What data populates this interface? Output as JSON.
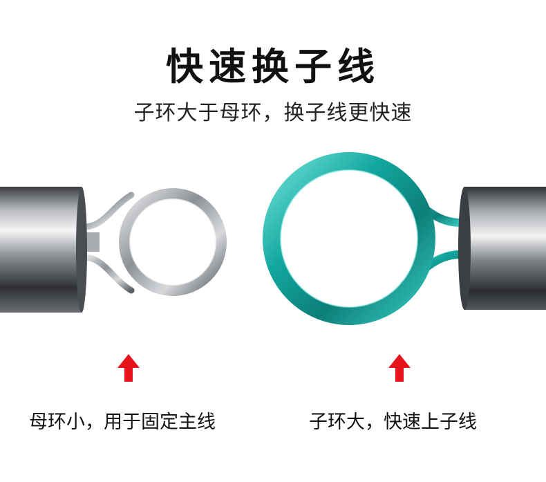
{
  "heading": {
    "title": "快速换子线",
    "subtitle": "子环大于母环，换子线更快速"
  },
  "captions": {
    "left": "母环小，用于固定主线",
    "right": "子环大，快速上子线"
  },
  "colors": {
    "arrow": "#e8141c",
    "teal_ring": "#1ab5ad",
    "silver_ring": "#b9bcbf"
  },
  "icons": [
    "silver-swivel-icon",
    "teal-swivel-icon",
    "up-arrow-icon"
  ]
}
